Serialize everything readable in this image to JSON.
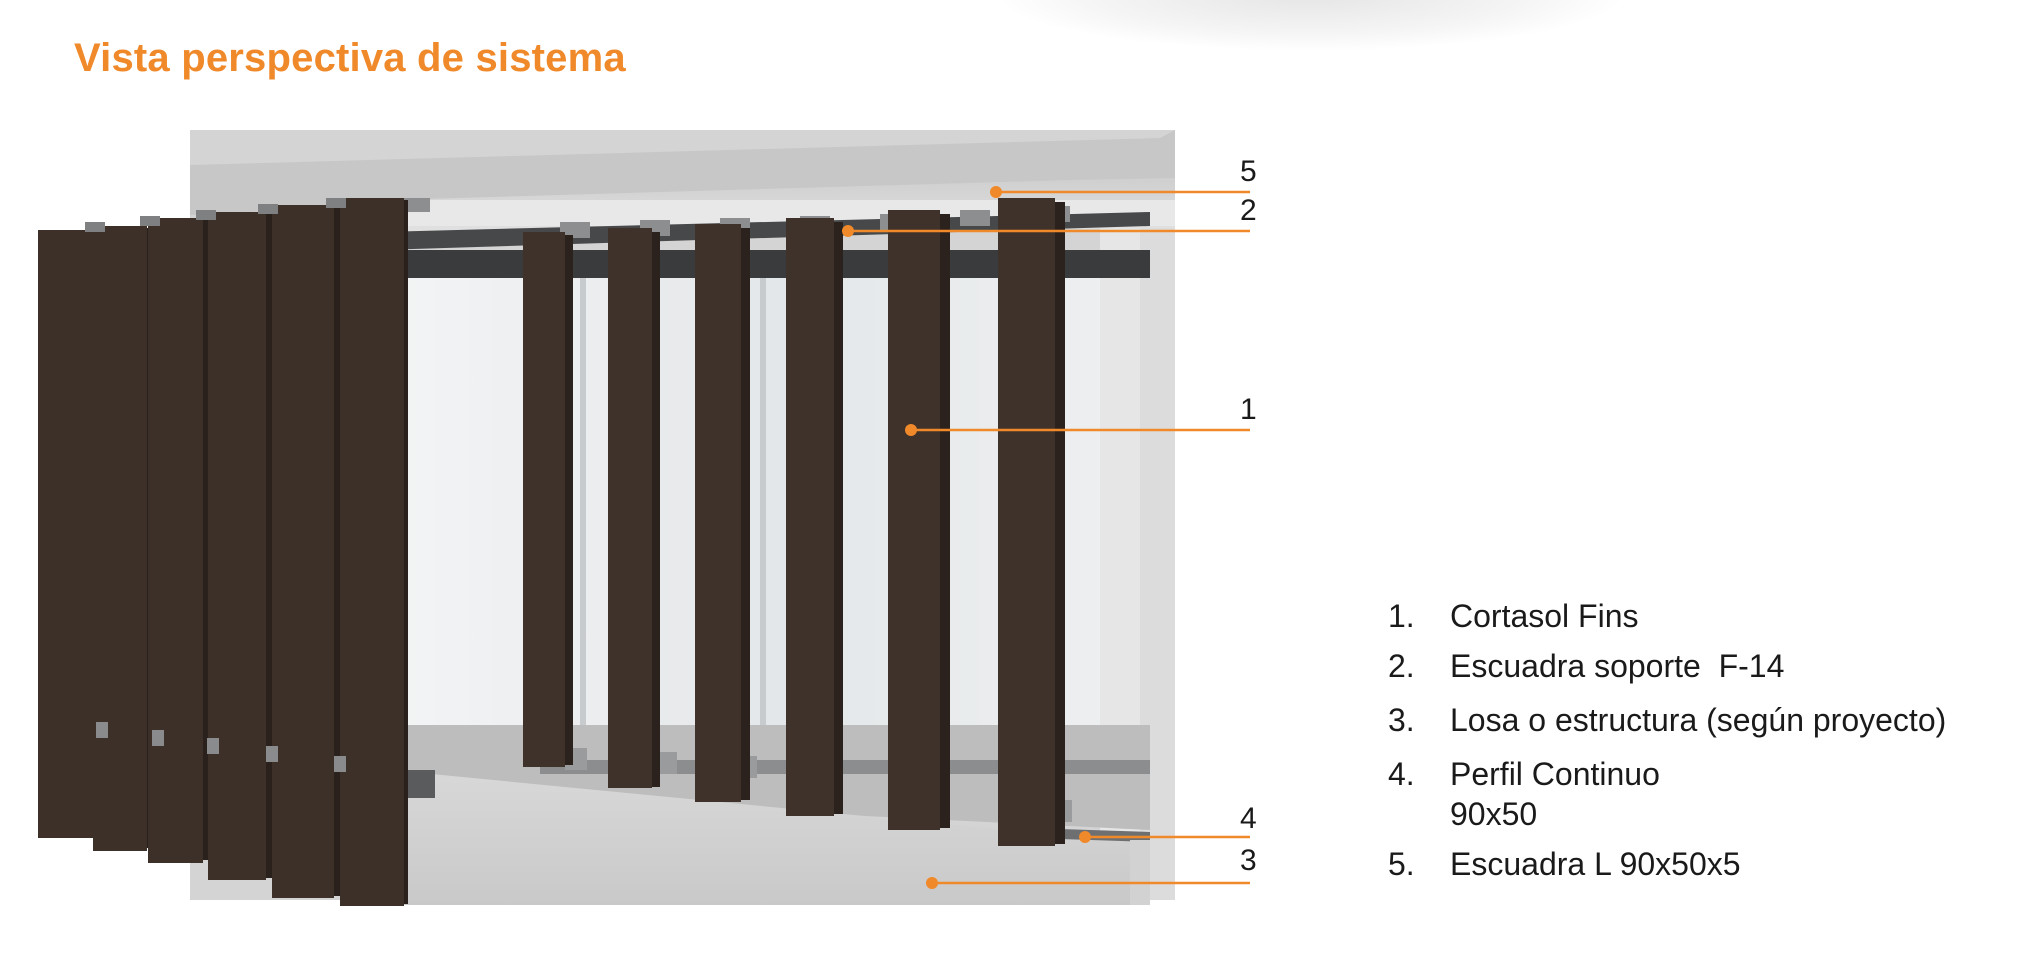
{
  "title": "Vista perspectiva de sistema",
  "colors": {
    "accent": "#f0892a",
    "fin": "#3e3129",
    "fin_side": "#2a211c",
    "concrete": "#d6d6d6",
    "glass": "#e9ecee",
    "text": "#1a1a1a"
  },
  "callouts": [
    {
      "number": "5",
      "refers_to": "Escuadra L 90x50x5"
    },
    {
      "number": "2",
      "refers_to": "Escuadra soporte F-14"
    },
    {
      "number": "1",
      "refers_to": "Cortasol Fins"
    },
    {
      "number": "4",
      "refers_to": "Perfil Continuo 90x50"
    },
    {
      "number": "3",
      "refers_to": "Losa o estructura (según proyecto)"
    }
  ],
  "legend": [
    {
      "number": "1.",
      "label": "Cortasol Fins"
    },
    {
      "number": "2.",
      "label": "Escuadra soporte  F-14"
    },
    {
      "number": "3.",
      "label": "Losa o estructura (según proyecto)"
    },
    {
      "number": "4.",
      "label": "Perfil Continuo",
      "label_cont": "90x50"
    },
    {
      "number": "5.",
      "label": "Escuadra L 90x50x5"
    }
  ]
}
